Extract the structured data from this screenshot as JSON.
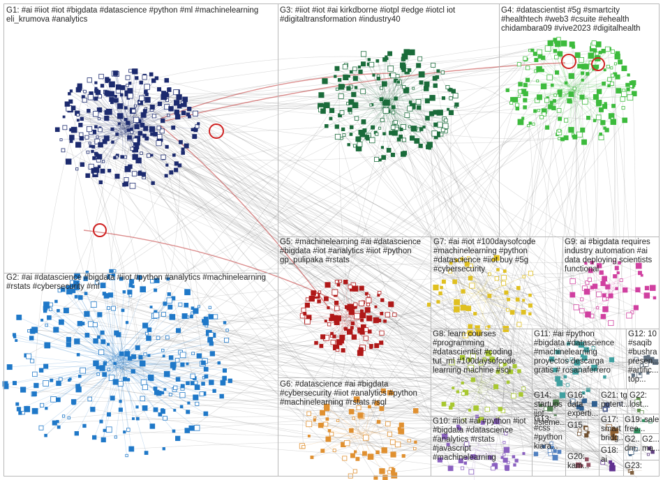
{
  "diagram": {
    "type": "network-graph",
    "groups": [
      {
        "id": "G1",
        "label": "G1: #ai #iiot #iot #bigdata #datascience #python #ml #machinelearning\neli_krumova #analytics",
        "color": "#1c2a6e"
      },
      {
        "id": "G2",
        "label": "G2: #ai #datascience #bigdata #iiot #python #analytics #machinelearning\n#rstats #cybersecurity #ml",
        "color": "#1f78c8"
      },
      {
        "id": "G3",
        "label": "G3: #iiot #iot #ai kirkdborne #iotpl #edge #iotcl iot\n#digitaltransformation #industry40",
        "color": "#1a6b3a"
      },
      {
        "id": "G4",
        "label": "G4: #datascientist #5g #smartcity\n#healthtech #web3 #csuite #ehealth\nchidambara09 #vive2023 #digitalhealth",
        "color": "#3dbb3d"
      },
      {
        "id": "G5",
        "label": "G5: #machinelearning #ai #datascience\n#bigdata #iot #analytics #iiot #python\ngp_pulipaka #rstats",
        "color": "#b01818"
      },
      {
        "id": "G6",
        "label": "G6: #datascience #ai #bigdata\n#cybersecurity #iiot #analytics #python\n#machinelearning #rstats #sql",
        "color": "#e09030"
      },
      {
        "id": "G7",
        "label": "G7: #ai #iot #100daysofcode\n#machinelearning #python\n#datascience #iiot buy #5g\n#cybersecurity",
        "color": "#e0c020"
      },
      {
        "id": "G8",
        "label": "G8: learn courses\n#programming\n#datascientist #coding\ntut_ml #100daysofcode\nlearning machine #sql",
        "color": "#a8c830"
      },
      {
        "id": "G9",
        "label": "G9: ai #bigdata requires\nindustry automation #ai\ndata deploying scientists\nfunctional",
        "color": "#d040a0"
      },
      {
        "id": "G10",
        "label": "G10: #iiot #ai #python #iot\n#bigdata #datascience\n#analytics #rstats\n#javascript\n#machinelearning",
        "color": "#8a60c0"
      },
      {
        "id": "G11",
        "label": "G11: #ai #python\n#bigdata #datascience\n#machinelearning\nproyectos descarga\ngratis # rosanaferrero",
        "color": "#40a0a0"
      },
      {
        "id": "G12",
        "label": "G12: 10\n#saqib\n#bushra\npresen...\n#artific...\ntop...",
        "color": "#607080"
      },
      {
        "id": "G13",
        "label": "G13:\n#css\n#python\nkiara...",
        "color": "#5080c0"
      },
      {
        "id": "G14",
        "label": "G14:\nstartups\niiot\n#sieme...",
        "color": "#508050"
      },
      {
        "id": "G15",
        "label": "G15",
        "color": "#705030"
      },
      {
        "id": "G16",
        "label": "G16:\ndata\nexperti...",
        "color": "#306090"
      },
      {
        "id": "G17",
        "label": "G17:\nsmart\nbridg...",
        "color": "#906030"
      },
      {
        "id": "G18",
        "label": "G18:\nai",
        "color": "#603090"
      },
      {
        "id": "G19",
        "label": "G19: sale\nfree...",
        "color": "#309060"
      },
      {
        "id": "G20",
        "label": "G20:\nkam...",
        "color": "#905060"
      },
      {
        "id": "G21",
        "label": "G21: tg\npotent...",
        "color": "#506090"
      },
      {
        "id": "G22",
        "label": "G22:\nlost...",
        "color": "#609050"
      },
      {
        "id": "G23",
        "label": "G23:",
        "color": "#806040"
      },
      {
        "id": "G24",
        "label": "G2...\ndm...",
        "color": "#406080"
      },
      {
        "id": "G25",
        "label": "G2...\nma...",
        "color": "#604080"
      }
    ]
  }
}
